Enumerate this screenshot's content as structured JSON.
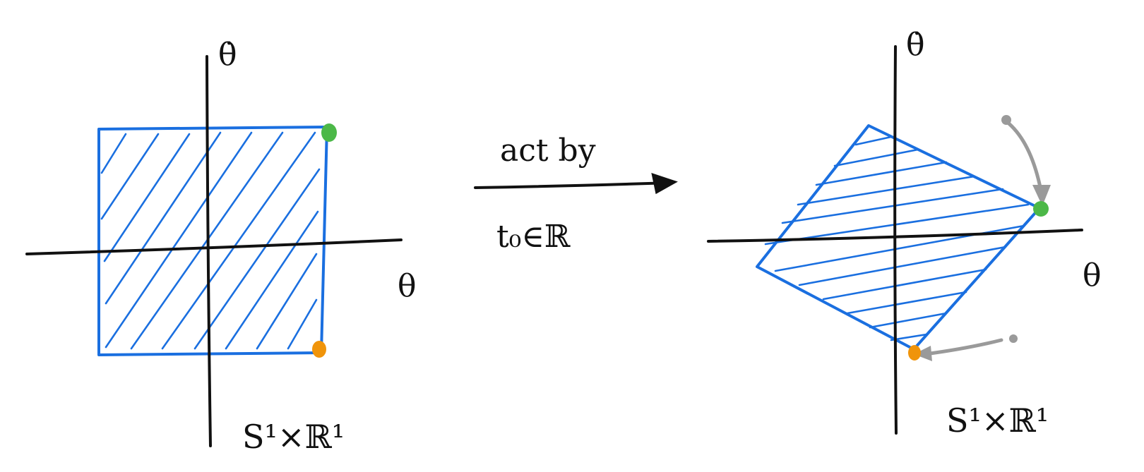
{
  "labels": {
    "theta_dot_left": "θ̇",
    "theta_left": "θ",
    "space_left": "S¹×ℝ¹",
    "arrow_top": "act by",
    "arrow_bottom": "t₀∈ℝ",
    "theta_dot_right": "θ̇",
    "theta_right": "θ",
    "space_right": "S¹×ℝ¹"
  },
  "colors": {
    "ink": "#111111",
    "region": "#1a6fe0",
    "region_fill": "#ffffff",
    "green_point": "#4cb848",
    "orange_point": "#f0940a",
    "pointer": "#9a9a9a"
  }
}
